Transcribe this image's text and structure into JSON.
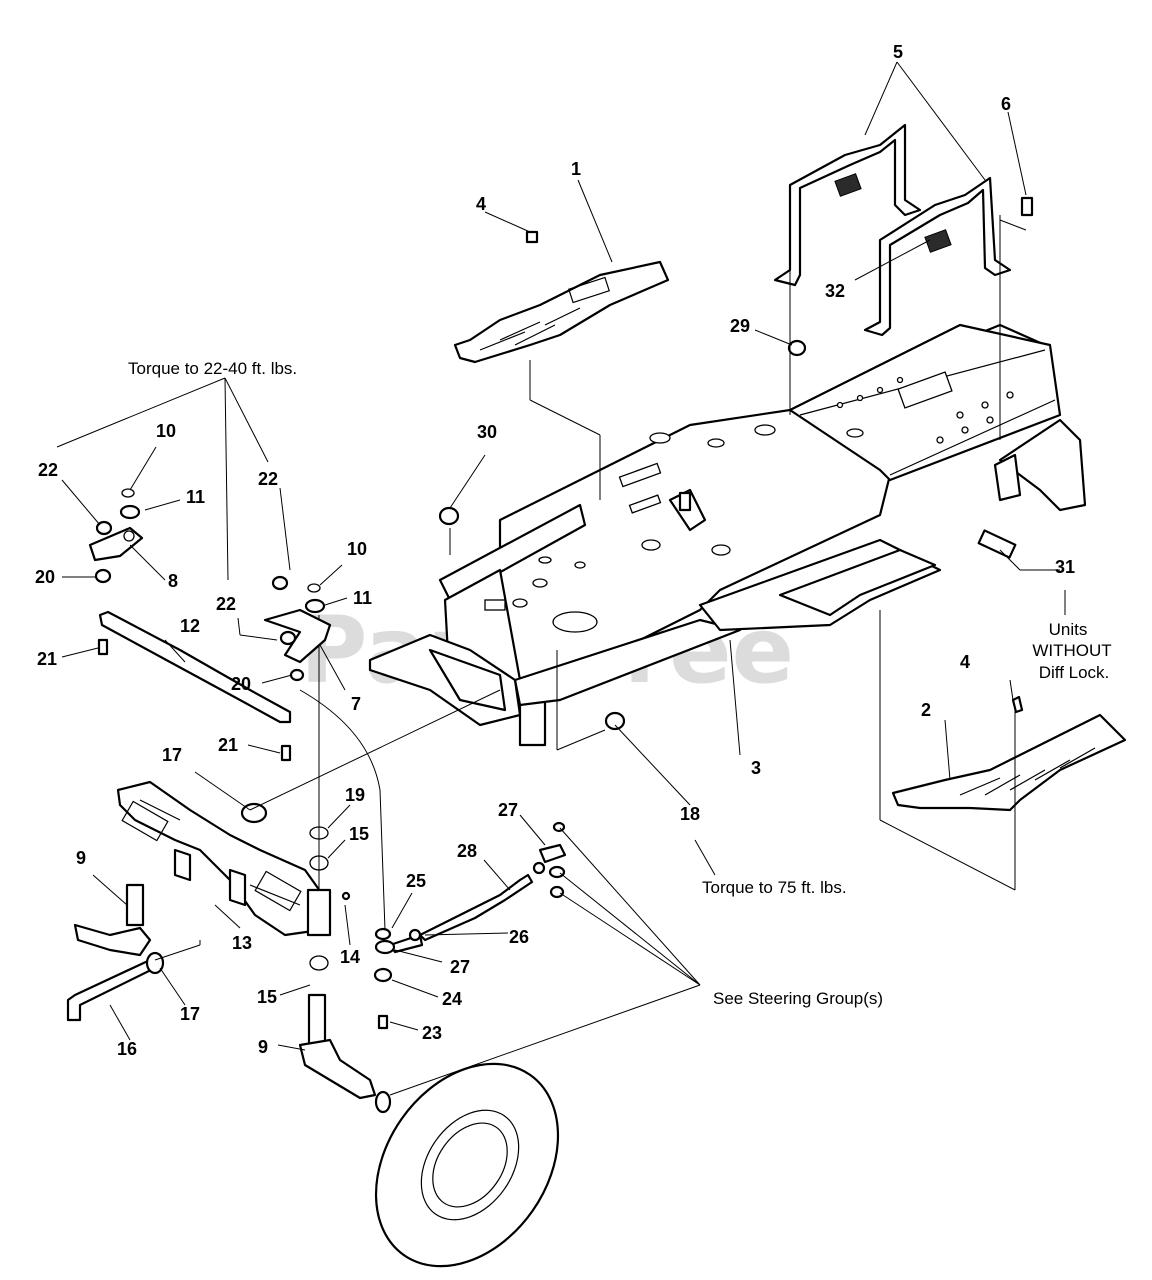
{
  "watermark": "PartsTree",
  "callouts": {
    "c1": "1",
    "c2": "2",
    "c3": "3",
    "c4a": "4",
    "c4b": "4",
    "c5": "5",
    "c6": "6",
    "c7": "7",
    "c8": "8",
    "c9a": "9",
    "c9b": "9",
    "c10a": "10",
    "c10b": "10",
    "c11a": "11",
    "c11b": "11",
    "c12": "12",
    "c13": "13",
    "c14": "14",
    "c15a": "15",
    "c15b": "15",
    "c16": "16",
    "c17a": "17",
    "c17b": "17",
    "c18": "18",
    "c19": "19",
    "c20a": "20",
    "c20b": "20",
    "c21a": "21",
    "c21b": "21",
    "c22a": "22",
    "c22b": "22",
    "c22c": "22",
    "c23": "23",
    "c24": "24",
    "c25": "25",
    "c26": "26",
    "c27a": "27",
    "c27b": "27",
    "c28": "28",
    "c29": "29",
    "c30": "30",
    "c31": "31",
    "c32": "32"
  },
  "notes": {
    "torque_22_40": "Torque to 22-40 ft. lbs.",
    "torque_75": "Torque to 75 ft. lbs.",
    "units_line1": "Units",
    "units_line2": "WITHOUT",
    "units_line3": "Diff Lock.",
    "see_steering": "See Steering Group(s)"
  }
}
